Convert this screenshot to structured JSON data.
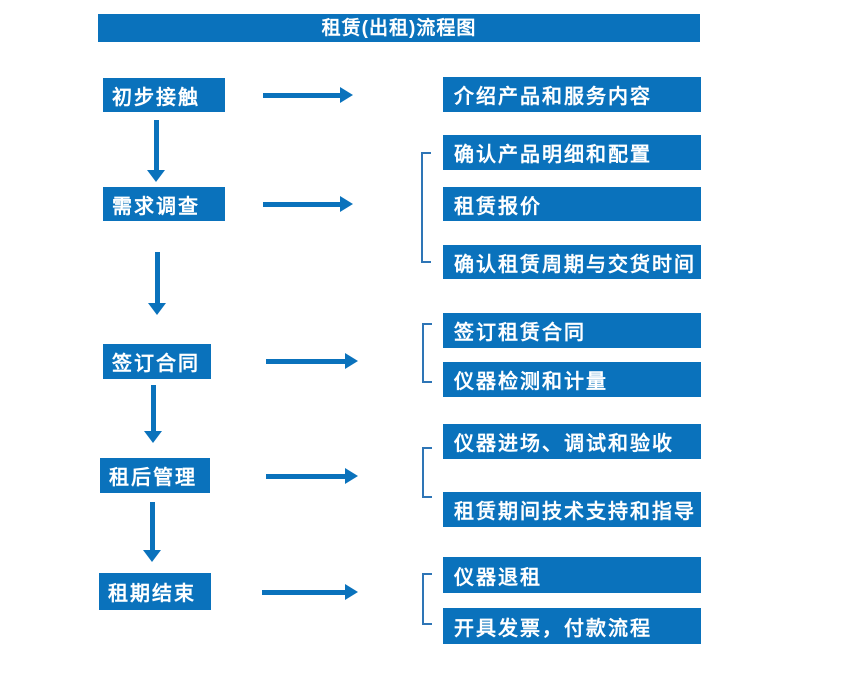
{
  "title": "租赁(出租)流程图",
  "colors": {
    "primary": "#0A72BC",
    "bracket": "#2E75B6",
    "box_text": "#FFFFFF",
    "background": "#FFFFFF"
  },
  "stages": [
    {
      "label": "初步接触"
    },
    {
      "label": "需求调查"
    },
    {
      "label": "签订合同"
    },
    {
      "label": "租后管理"
    },
    {
      "label": "租期结束"
    }
  ],
  "details": [
    {
      "label": "介绍产品和服务内容"
    },
    {
      "label": "确认产品明细和配置"
    },
    {
      "label": "租赁报价"
    },
    {
      "label": "确认租赁周期与交货时间"
    },
    {
      "label": "签订租赁合同"
    },
    {
      "label": "仪器检测和计量"
    },
    {
      "label": "仪器进场、调试和验收"
    },
    {
      "label": "租赁期间技术支持和指导"
    },
    {
      "label": "仪器退租"
    },
    {
      "label": "开具发票，付款流程"
    }
  ]
}
